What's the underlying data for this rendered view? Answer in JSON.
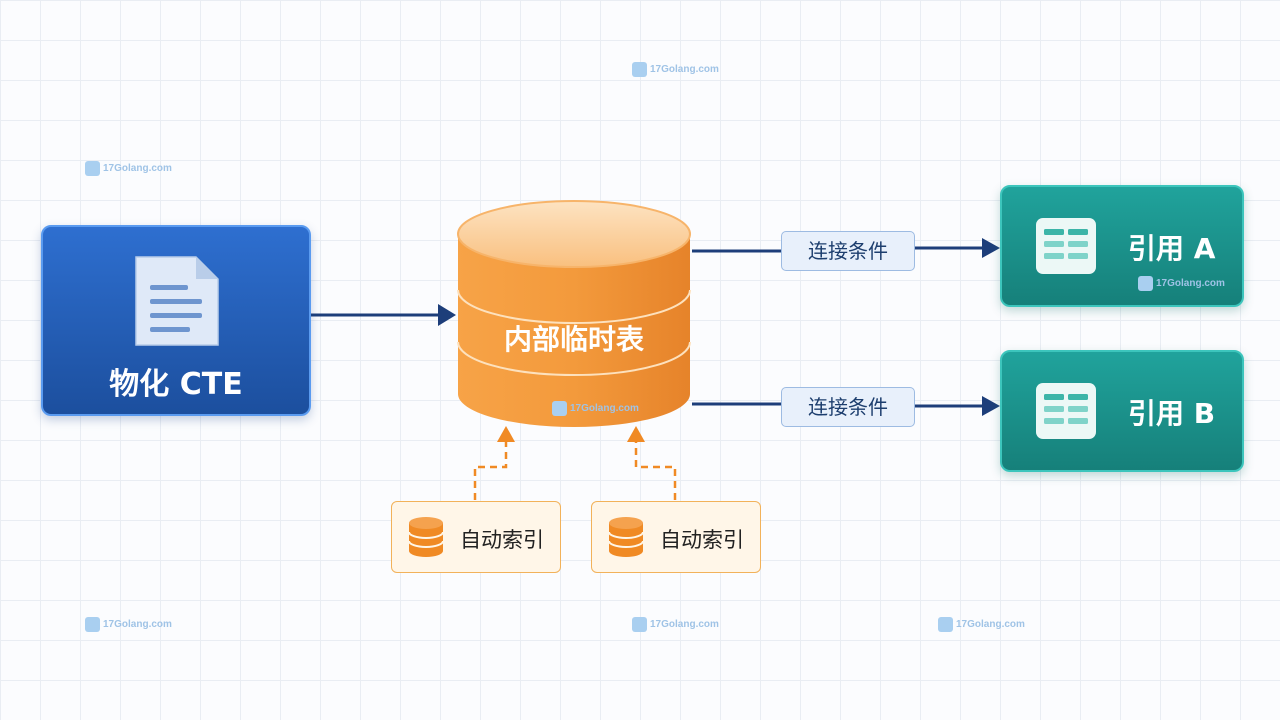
{
  "source": {
    "title": "物化 CTE"
  },
  "temp_table": {
    "label": "内部临时表"
  },
  "join_conditions": [
    {
      "label": "连接条件"
    },
    {
      "label": "连接条件"
    }
  ],
  "references": [
    {
      "label": "引用 A"
    },
    {
      "label": "引用 B"
    }
  ],
  "indexes": [
    {
      "label": "自动索引"
    },
    {
      "label": "自动索引"
    }
  ],
  "watermark": {
    "text": "17Golang.com"
  },
  "icons": {
    "source": "document-icon",
    "temp_table": "database-cylinder",
    "reference": "table-icon",
    "index": "database-icon"
  },
  "colors": {
    "source_fill": "#2563c4",
    "temp_table_fill": "#f39a3c",
    "reference_fill": "#1a9690",
    "index_fill": "#fff6e8",
    "arrow": "#1d3e7a",
    "dashed_arrow": "#f08a24"
  }
}
